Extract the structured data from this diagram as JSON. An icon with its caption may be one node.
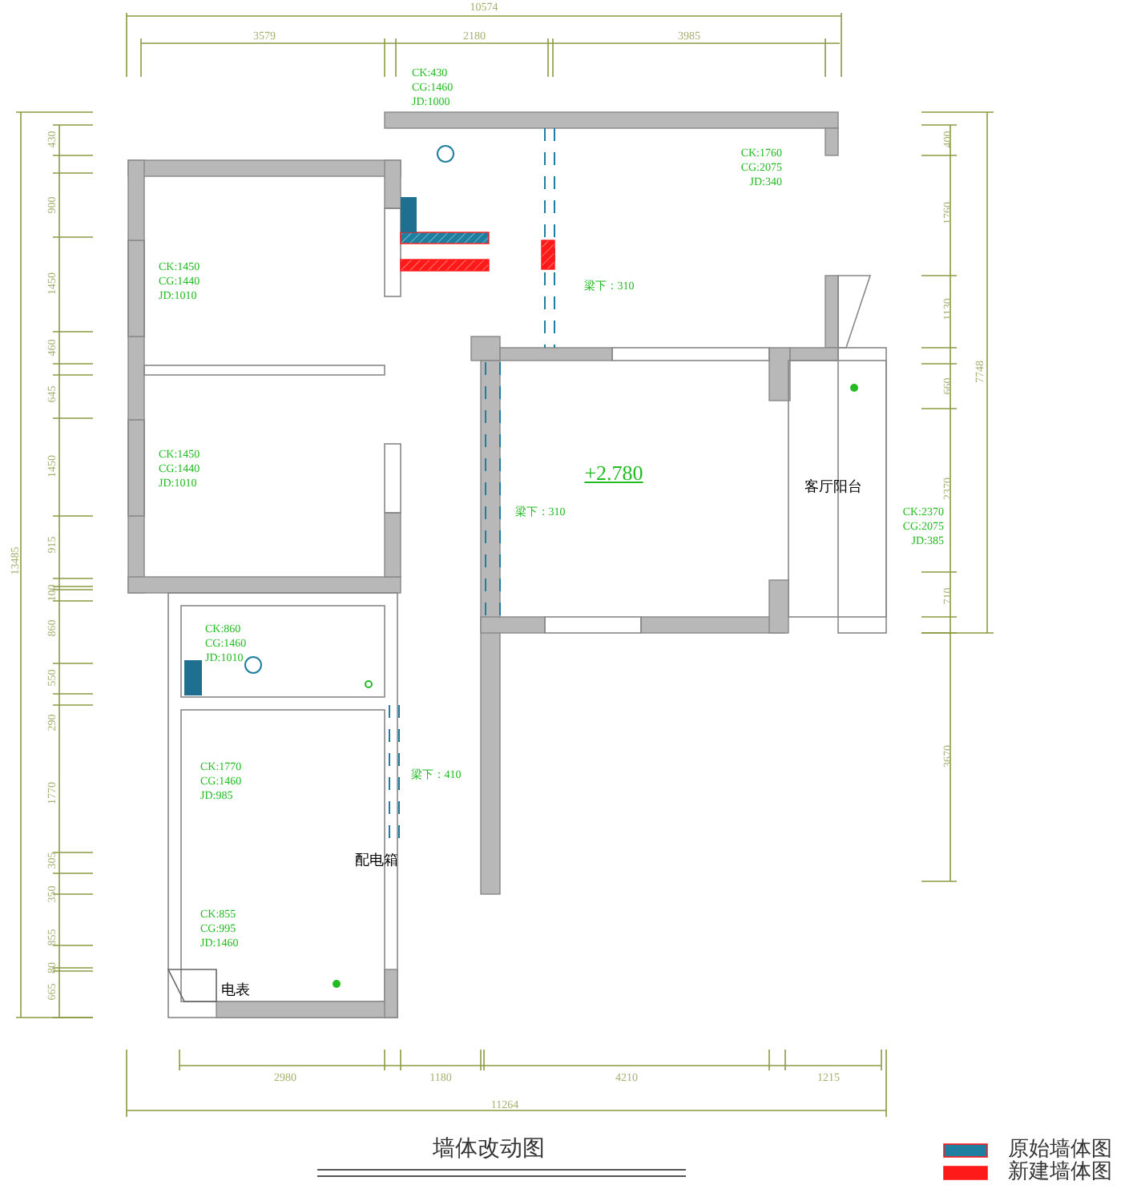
{
  "diagram": {
    "title": "墙体改动图",
    "labels": [
      "10574",
      "3579",
      "2180",
      "3985",
      "CK:430 CG:1460 JD:1000",
      "430",
      "400",
      "CK:1760 CG:2075 JD:340",
      "900",
      "1760",
      "CK:1450 CG:1440 JD:1010",
      "1450",
      "梁下：310",
      "1130",
      "460",
      "645",
      "660",
      "+2.780",
      "CK:1450 CG:1440 JD:1010",
      "1450",
      "客厅阳台",
      "2370",
      "梁下：310",
      "CK:2370 CG:2075 JD:385",
      "915",
      "13485",
      "100",
      "710",
      "860",
      "CK:860 CG:1460 JD:1010",
      "550",
      "290",
      "3670",
      "1770",
      "CK:1770 CG:1460 JD:985",
      "梁下：410",
      "305",
      "配电箱",
      "350",
      "855",
      "CK:855 CG:995 JD:1460",
      "80",
      "665",
      "电表",
      "2980",
      "1180",
      "4210",
      "1215",
      "11264",
      "7748"
    ],
    "legend": [
      {
        "text": "原始墙体图",
        "color": "#1f7fa0"
      },
      {
        "text": "新建墙体图",
        "color": "#ff1a1a"
      }
    ]
  }
}
